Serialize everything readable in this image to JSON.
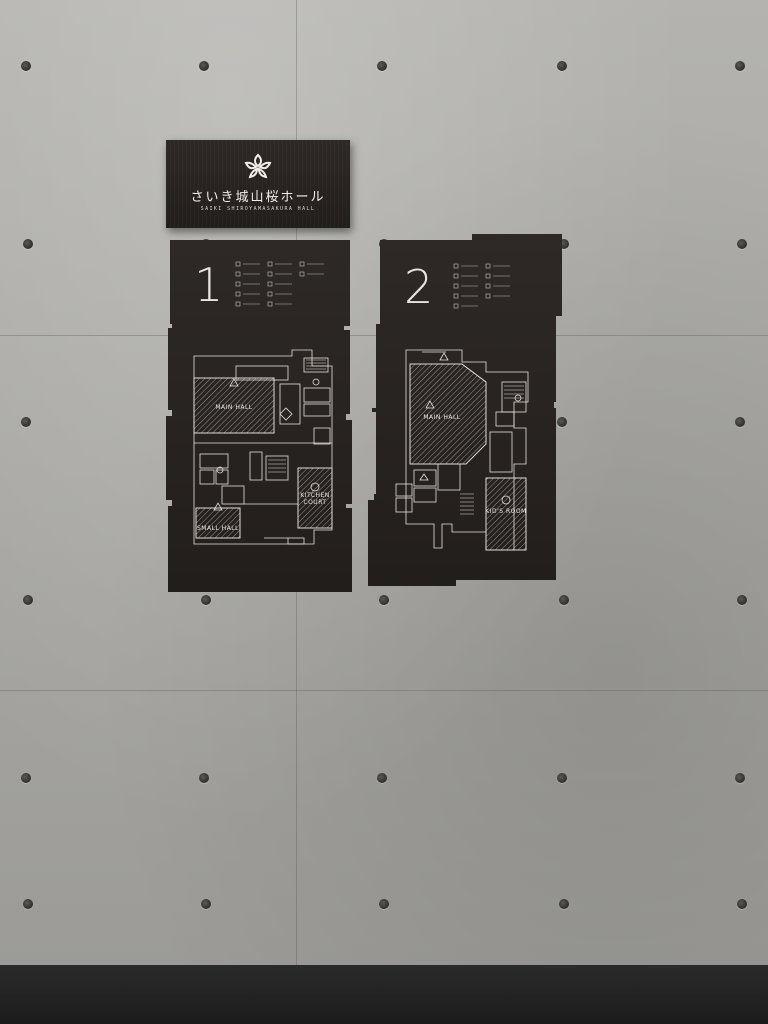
{
  "logo": {
    "name": "さいき城山桜ホール",
    "subtitle": "SAIKI SHIROYAMASAKURA HALL"
  },
  "floors": [
    {
      "number": "1",
      "rooms": {
        "main_hall": "MAIN HALL",
        "small_hall": "SMALL HALL",
        "kitchen_court": "KITCHEN COURT"
      },
      "legend": [
        "",
        "",
        "",
        "",
        "",
        "",
        "",
        "",
        "",
        "",
        "",
        ""
      ]
    },
    {
      "number": "2",
      "rooms": {
        "main_hall": "MAIN HALL",
        "kids_room": "KID'S ROOM"
      },
      "legend": [
        "",
        "",
        "",
        "",
        "",
        "",
        "",
        "",
        ""
      ]
    }
  ],
  "colors": {
    "wall": "#a9a8a4",
    "sign_wood": "#2a2522",
    "sign_line": "#e6e2da",
    "floor": "#1f1f1f"
  },
  "icons": [
    "cherry-blossom-icon",
    "restroom-icon",
    "elevator-icon",
    "stairs-icon",
    "info-icon"
  ]
}
